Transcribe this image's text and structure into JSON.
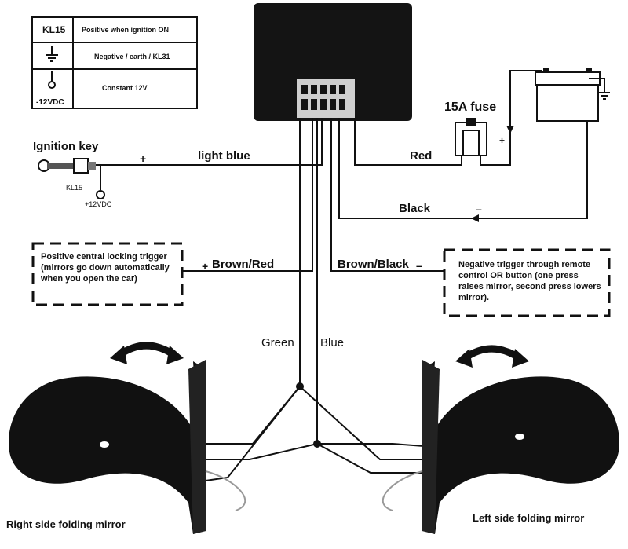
{
  "legend": {
    "rows": [
      {
        "symbol": "KL15",
        "desc": "Positive when ignition ON"
      },
      {
        "symbol": "ground",
        "desc": "Negative / earth / KL31"
      },
      {
        "symbol": "-12VDC",
        "desc": "Constant 12V"
      }
    ]
  },
  "components": {
    "fuse_label": "15A fuse",
    "ignition_label": "Ignition key",
    "ignition_kl15": "KL15",
    "ignition_12v": "+12VDC"
  },
  "wires": {
    "light_blue": "light blue",
    "red": "Red",
    "black": "Black",
    "brown_red": "Brown/Red",
    "brown_black": "Brown/Black",
    "green": "Green",
    "blue": "Blue",
    "plus": "+",
    "minus": "–"
  },
  "notes": {
    "positive_trigger": "Positive central locking trigger (mirrors go down automatically when you open the car)",
    "negative_trigger": "Negative trigger through remote control OR button (one press raises mirror, second press lowers mirror)."
  },
  "mirrors": {
    "right": "Right side folding mirror",
    "left": "Left side folding mirror"
  }
}
